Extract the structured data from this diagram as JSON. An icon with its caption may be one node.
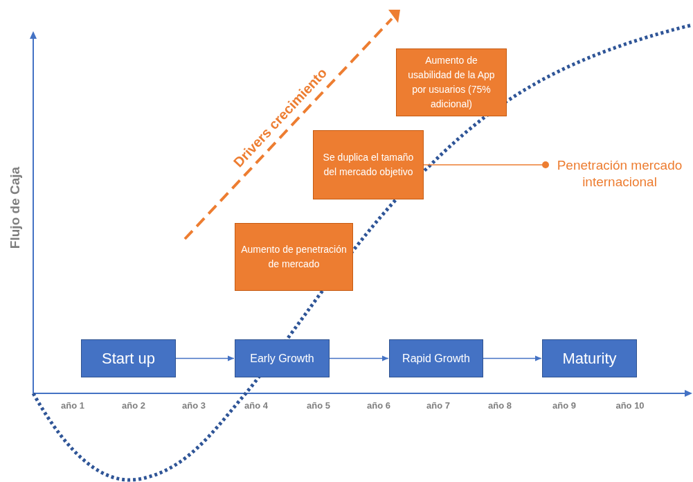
{
  "diagram": {
    "nodes": [
      {
        "text": [
          "Start up"
        ]
      },
      {
        "text": [
          "Early Growth"
        ]
      },
      {
        "text": [
          "Rapid Growth"
        ]
      },
      {
        "text": [
          "Maturity"
        ]
      },
      {
        "text": [
          "Aumento de penetración de mercado"
        ]
      },
      {
        "text": [
          "Se duplica el tamaño del mercado objetivo"
        ]
      },
      {
        "text": [
          "Aumento de usabilidad de la App por usuarios (75% adicional)"
        ]
      },
      {
        "text": [
          "Penetración mercado internacional"
        ]
      }
    ],
    "edges": [
      {
        "from": 0,
        "to": 1,
        "arrow": "to"
      },
      {
        "from": 1,
        "to": 2,
        "arrow": "to"
      },
      {
        "from": 2,
        "to": 3,
        "arrow": "to"
      },
      {
        "from": 5,
        "to": 7,
        "arrow": "other",
        "color": "#ed7d31"
      }
    ],
    "labels": [
      "Drivers crecimiento",
      "Flujo de Caja",
      "año 1",
      "año 2",
      "año 3",
      "año 4",
      "año 5",
      "año 6",
      "año 7",
      "año 8",
      "año 9",
      "año 10"
    ]
  }
}
